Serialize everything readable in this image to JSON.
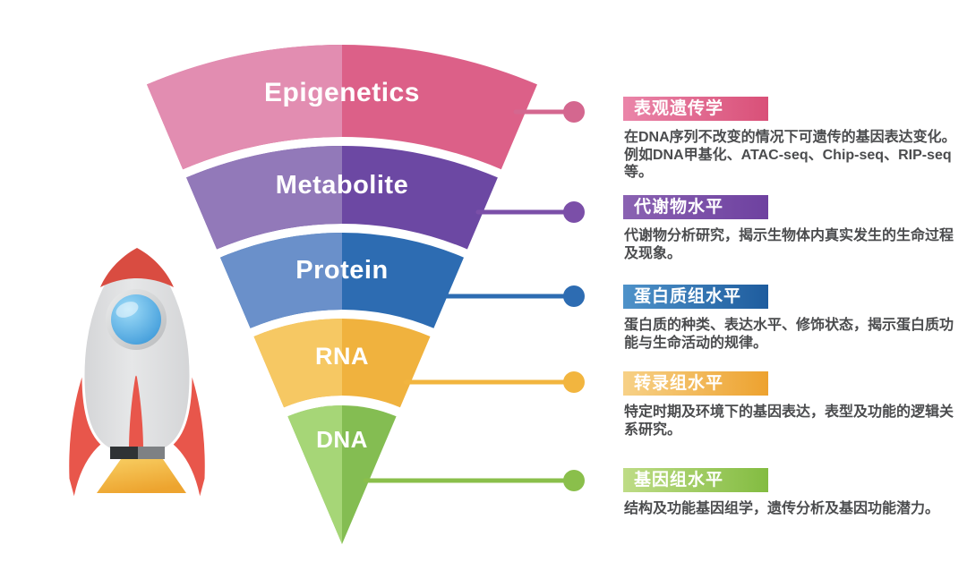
{
  "funnel": {
    "levels": [
      {
        "label": "Epigenetics",
        "color_left": "#e28db1",
        "color_right": "#dc6088"
      },
      {
        "label": "Metabolite",
        "color_left": "#9279b9",
        "color_right": "#6c48a3"
      },
      {
        "label": "Protein",
        "color_left": "#6a90ca",
        "color_right": "#2d6cb2"
      },
      {
        "label": "RNA",
        "color_left": "#f6c863",
        "color_right": "#f0b23e"
      },
      {
        "label": "DNA",
        "color_left": "#a6d677",
        "color_right": "#84bd52"
      }
    ]
  },
  "legend": {
    "items": [
      {
        "title": "表观遗传学",
        "description": "在DNA序列不改变的情况下可遗传的基因表达变化。例如DNA甲基化、ATAC-seq、Chip-seq、RIP-seq等。",
        "bar_from": "#ea85a9",
        "bar_to": "#d95078",
        "connector": "#d4678f"
      },
      {
        "title": "代谢物水平",
        "description": "代谢物分析研究，揭示生物体内真实发生的生命过程及现象。",
        "bar_from": "#8a62b2",
        "bar_to": "#6e41a0",
        "connector": "#7b4fa8"
      },
      {
        "title": "蛋白质组水平",
        "description": "蛋白质的种类、表达水平、修饰状态，揭示蛋白质功能与生命活动的规律。",
        "bar_from": "#4e92c9",
        "bar_to": "#1e5c9e",
        "connector": "#2d6cb2"
      },
      {
        "title": "转录组水平",
        "description": "特定时期及环境下的基因表达，表型及功能的逻辑关系研究。",
        "bar_from": "#f7d187",
        "bar_to": "#eda22f",
        "connector": "#f2b53f"
      },
      {
        "title": "基因组水平",
        "description": "结构及功能基因组学，遗传分析及基因功能潜力。",
        "bar_from": "#bedc86",
        "bar_to": "#83bc41",
        "connector": "#8abf4b"
      }
    ]
  },
  "rocket": {
    "body_color": "#e6e7e8",
    "body_shade": "#d4d5d7",
    "nose_color": "#d94c41",
    "fin_color": "#e8564b",
    "window_light": "#9fdcf8",
    "window_dark": "#2e8fd4",
    "ring_color": "#b9bbbd",
    "base_dark": "#2f3335",
    "base_gray": "#7e8184",
    "flame_from": "#f8cf63",
    "flame_to": "#eda42f"
  }
}
